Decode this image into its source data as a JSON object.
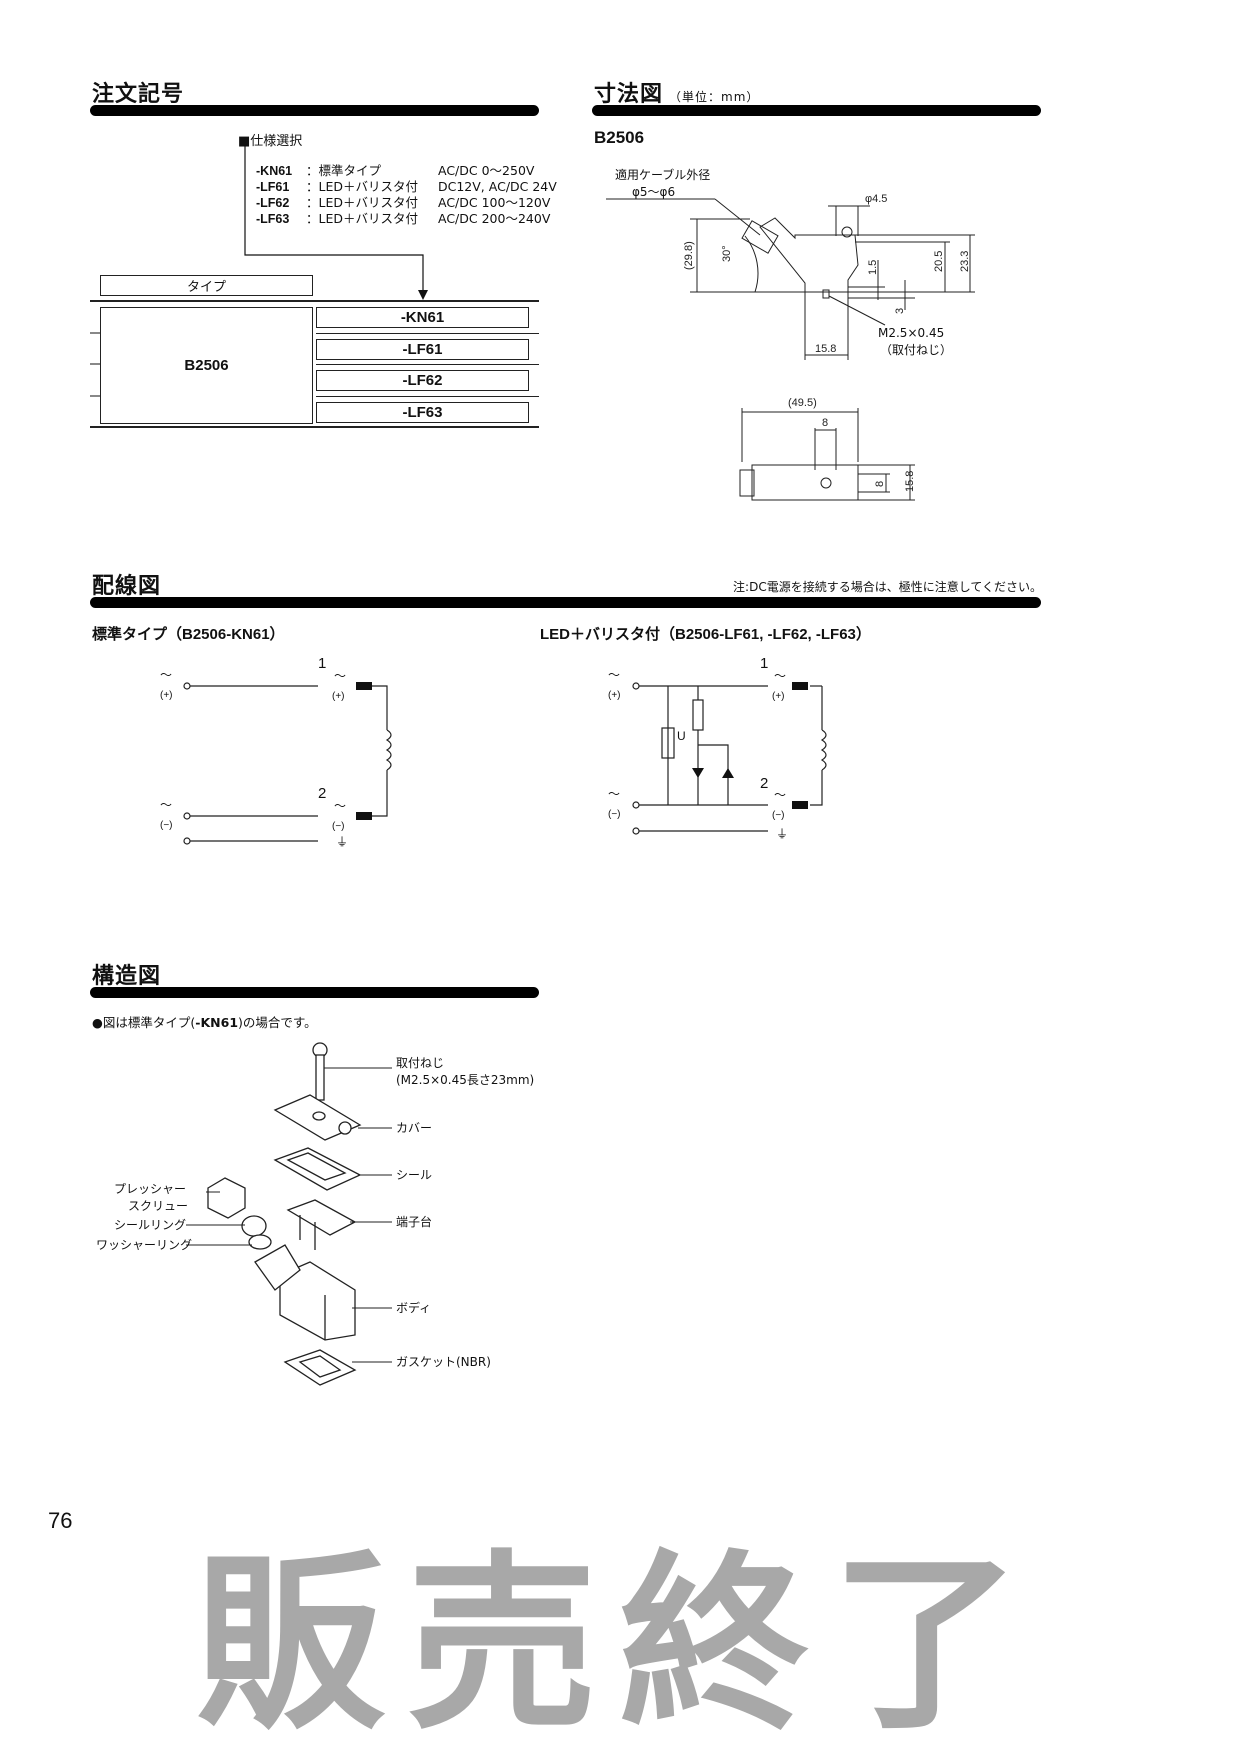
{
  "order": {
    "title": "注文記号",
    "spec_heading": "■仕様選択",
    "specs": [
      {
        "code": "-KN61",
        "desc": "：標準タイプ",
        "voltage": "AC/DC 0～250V"
      },
      {
        "code": "-LF61",
        "desc": "：LED＋バリスタ付",
        "voltage": "DC12V, AC/DC 24V"
      },
      {
        "code": "-LF62",
        "desc": "：LED＋バリスタ付",
        "voltage": "AC/DC 100～120V"
      },
      {
        "code": "-LF63",
        "desc": "：LED＋バリスタ付",
        "voltage": "AC/DC 200～240V"
      }
    ],
    "type_header": "タイプ",
    "model": "B2506",
    "codes": [
      "-KN61",
      "-LF61",
      "-LF62",
      "-LF63"
    ]
  },
  "dimensions": {
    "title": "寸法図",
    "unit": "（単位：mm）",
    "model": "B2506",
    "cable_label": "適用ケーブル外径",
    "cable_range": "φ5～φ6",
    "labels": [
      "φ4.5",
      "(29.8)",
      "30°",
      "20.5",
      "23.3",
      "1.5",
      "3",
      "15.8",
      "(49.5)",
      "8",
      "8",
      "15.8"
    ],
    "screw_label": "M2.5×0.45",
    "screw_sub": "（取付ねじ）"
  },
  "wiring": {
    "title": "配線図",
    "note": "注:DC電源を接続する場合は、極性に注意してください。",
    "left_title": "標準タイプ（B2506-KN61）",
    "right_title": "LED＋バリスタ付（B2506-LF61, -LF62, -LF63）",
    "terminal_1": "1",
    "terminal_2": "2",
    "plus": "(+)",
    "minus": "(−)",
    "tilde": "～",
    "ground": "⏚",
    "u_label": "U"
  },
  "watermark": "販売終了",
  "structure": {
    "title": "構造図",
    "note_pre": "●図は標準タイプ(",
    "note_code": "-KN61",
    "note_post": ")の場合です。",
    "parts_right": [
      "取付ねじ",
      "(M2.5×0.45長さ23mm)",
      "カバー",
      "シール",
      "端子台",
      "ボディ",
      "ガスケット(NBR)"
    ],
    "parts_left": [
      "プレッシャー",
      "スクリュー",
      "シールリング",
      "ワッシャーリング"
    ]
  },
  "page_number": "76"
}
